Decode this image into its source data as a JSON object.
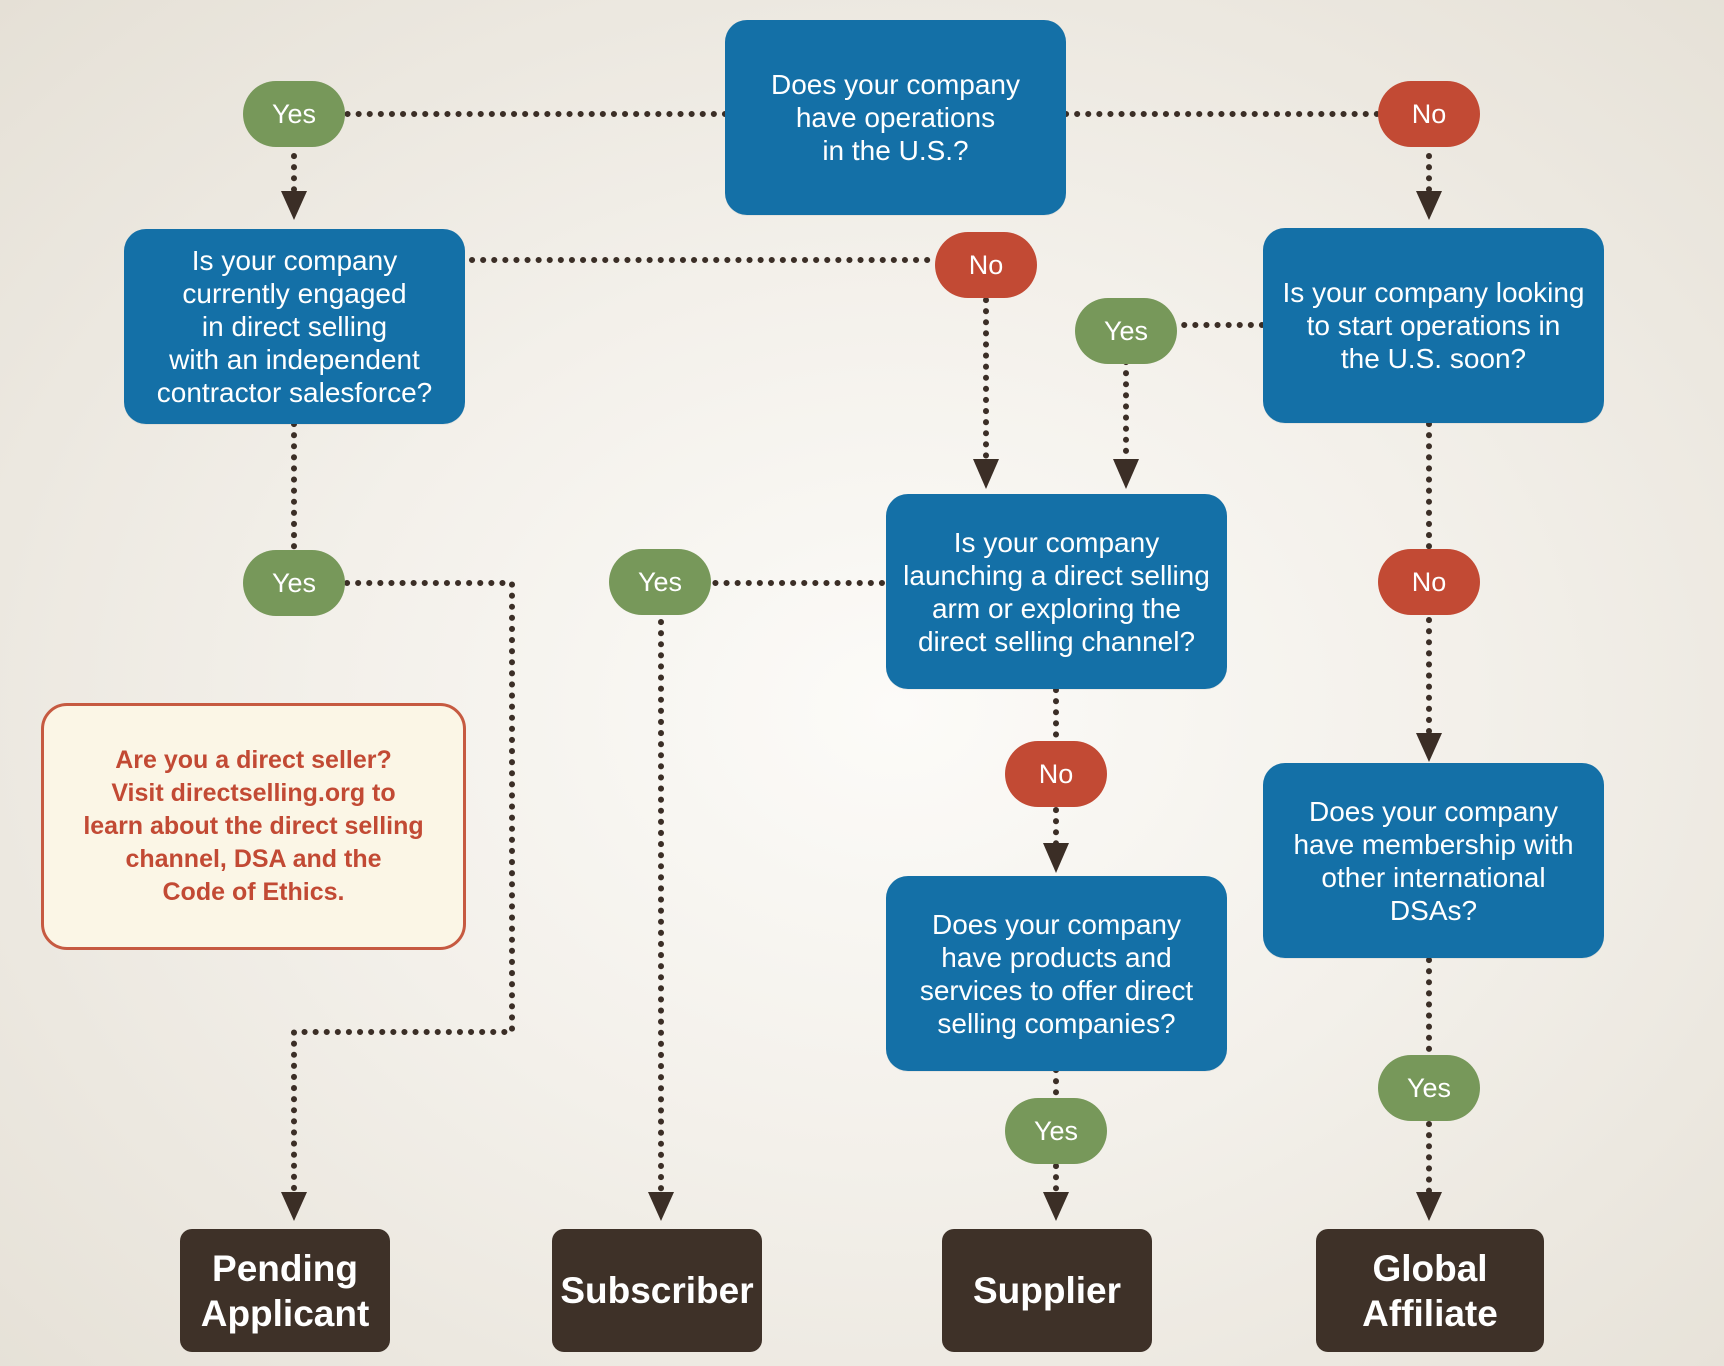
{
  "questions": {
    "q_us_ops": "Does your company\nhave operations\nin the U.S.?",
    "q_engaged": "Is your company\ncurrently engaged\nin direct selling\nwith an independent\ncontractor salesforce?",
    "q_start_ops": "Is your company looking\nto start operations in\nthe U.S. soon?",
    "q_launching": "Is your company\nlaunching a direct selling\narm or exploring the\ndirect selling channel?",
    "q_products": "Does your company\nhave products and\nservices to offer direct\nselling companies?",
    "q_membership": "Does your company\nhave membership with\nother international\nDSAs?"
  },
  "answers": {
    "yes": "Yes",
    "no": "No"
  },
  "note": "Are you a direct seller?\nVisit directselling.org to\nlearn about the direct selling\nchannel, DSA and the\nCode of Ethics.",
  "outcomes": {
    "pending_applicant": "Pending\nApplicant",
    "subscriber": "Subscriber",
    "supplier": "Supplier",
    "global_affiliate": "Global\nAffiliate"
  },
  "colors": {
    "question_blue": "#1470a7",
    "yes_green": "#77985a",
    "no_red": "#c24a34",
    "outcome_brown": "#3e3128",
    "connector": "#3b2e26",
    "note_bg": "#fbf6e6",
    "note_border": "#c65a41"
  }
}
